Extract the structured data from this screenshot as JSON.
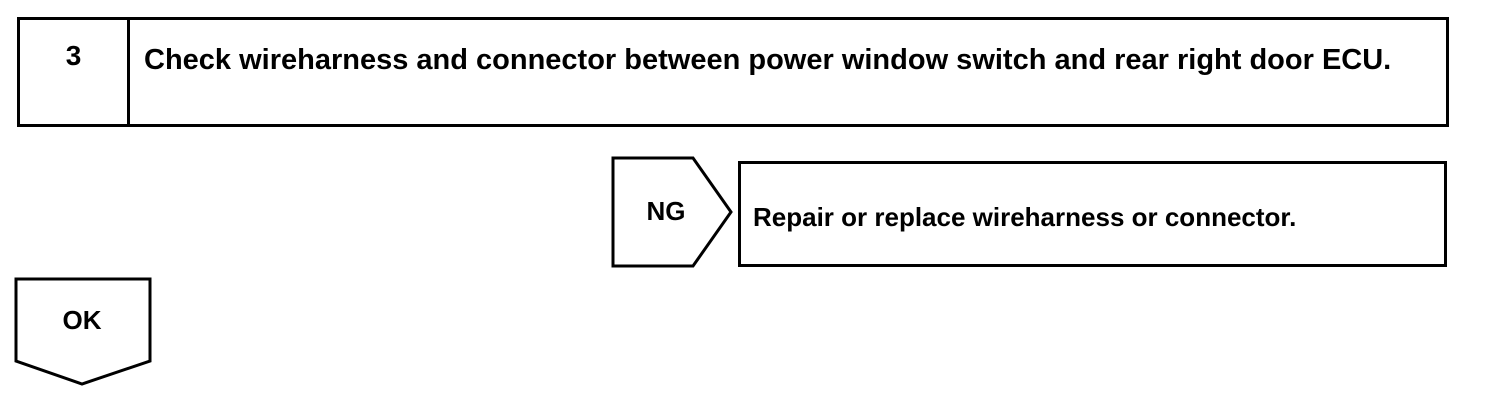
{
  "step": {
    "number": "3",
    "title": "Check wireharness and connector between power window switch and rear right door ECU."
  },
  "ng_branch": {
    "label": "NG",
    "action": "Repair or replace wireharness or connector."
  },
  "ok_branch": {
    "label": "OK"
  }
}
